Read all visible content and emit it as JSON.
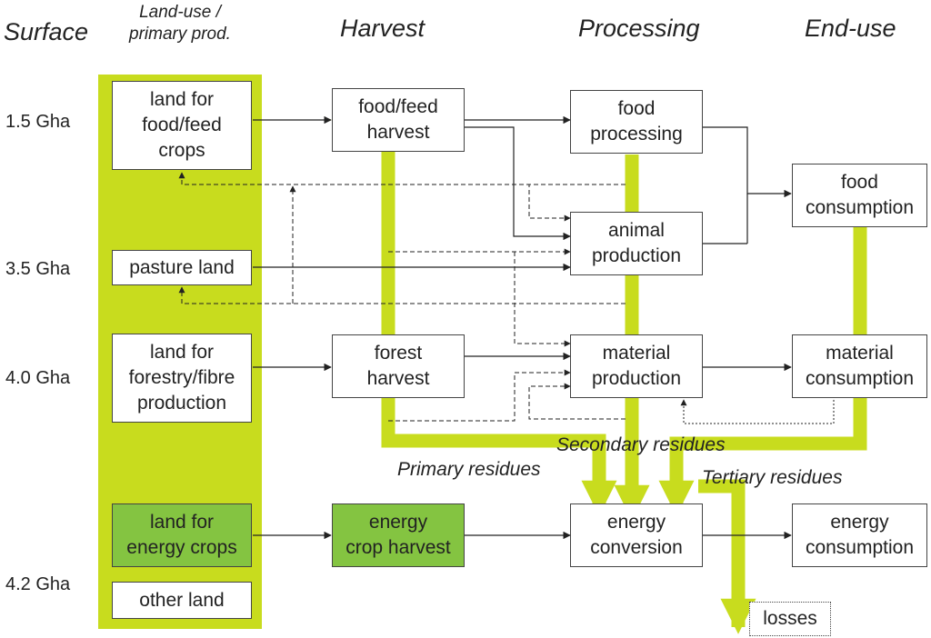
{
  "headers": {
    "surface": "Surface",
    "landuse": "Land-use /\nprimary prod.",
    "harvest": "Harvest",
    "processing": "Processing",
    "enduse": "End-use"
  },
  "surface_values": [
    "1.5 Gha",
    "3.5 Gha",
    "4.0 Gha",
    "4.2 Gha"
  ],
  "land": {
    "food_feed": "land for\nfood/feed\ncrops",
    "pasture": "pasture land",
    "forestry": "land for\nforestry/fibre\nproduction",
    "energy": "land for\nenergy crops",
    "other": "other land"
  },
  "harvest": {
    "food_feed": "food/feed\nharvest",
    "forest": "forest\nharvest",
    "energy": "energy\ncrop harvest"
  },
  "processing": {
    "food": "food\nprocessing",
    "animal": "animal\nproduction",
    "material": "material\nproduction",
    "energy": "energy\nconversion"
  },
  "enduse": {
    "food": "food\nconsumption",
    "material": "material\nconsumption",
    "energy": "energy\nconsumption"
  },
  "losses": "losses",
  "residues": {
    "primary": "Primary residues",
    "secondary": "Secondary residues",
    "tertiary": "Tertiary residues"
  },
  "colors": {
    "lime_band": "#c8dc1e",
    "energy_green": "#84c441",
    "line": "#222222"
  }
}
